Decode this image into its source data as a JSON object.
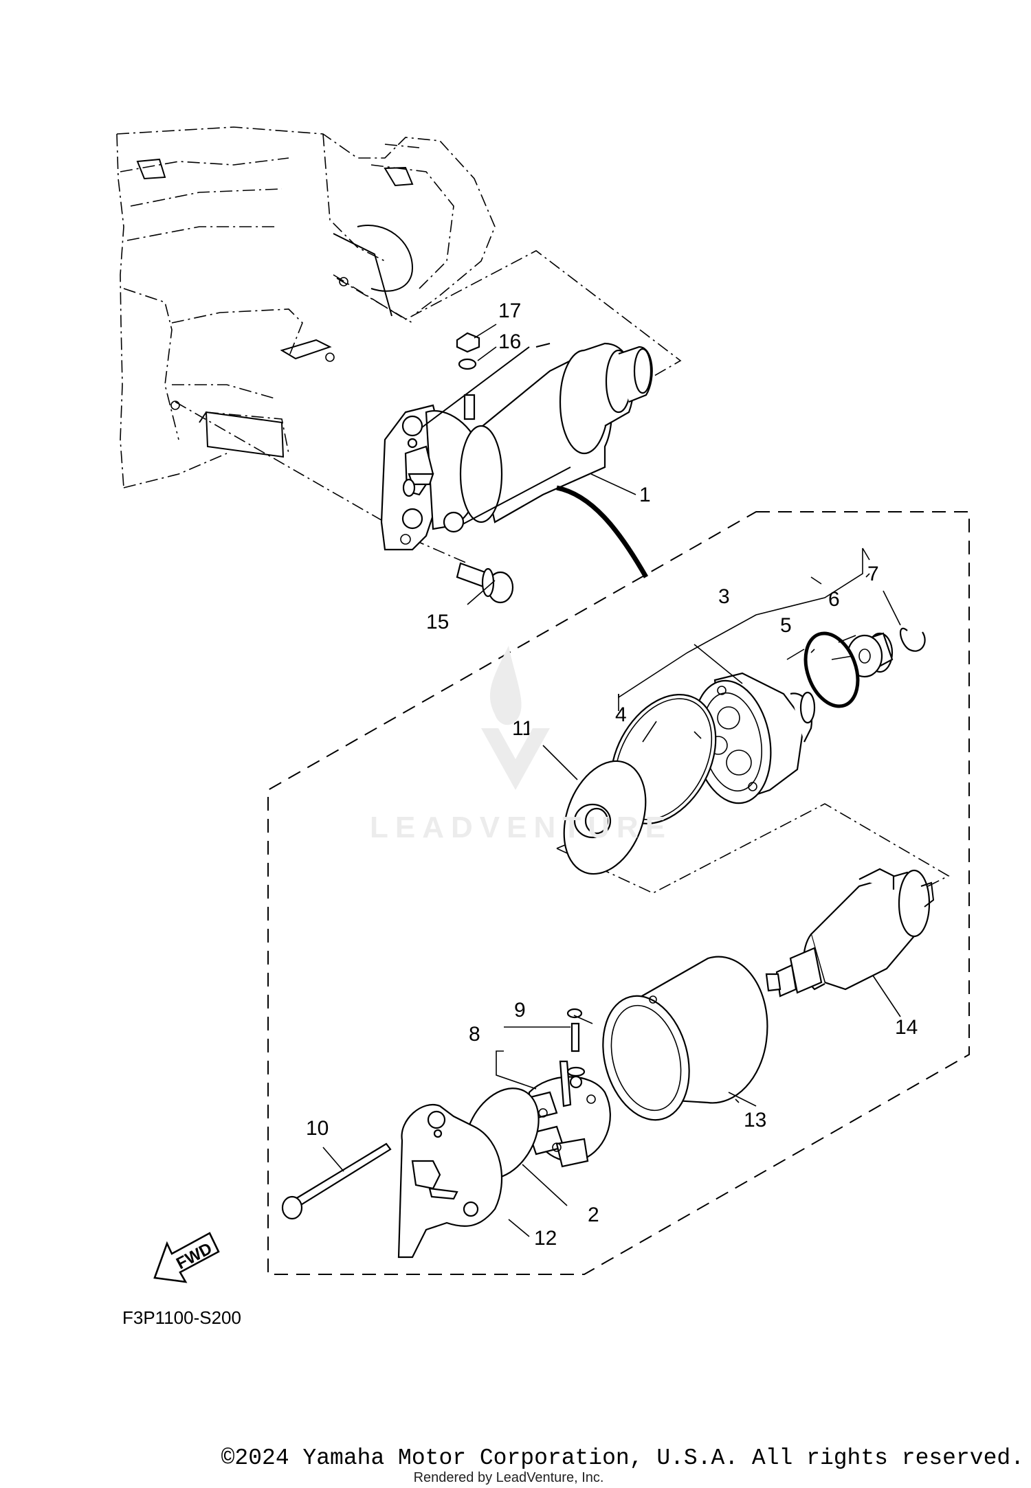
{
  "diagram": {
    "callouts": [
      {
        "id": "1",
        "label": "1"
      },
      {
        "id": "2",
        "label": "2"
      },
      {
        "id": "3",
        "label": "3"
      },
      {
        "id": "4",
        "label": "4"
      },
      {
        "id": "5",
        "label": "5"
      },
      {
        "id": "6",
        "label": "6"
      },
      {
        "id": "7",
        "label": "7"
      },
      {
        "id": "8",
        "label": "8"
      },
      {
        "id": "9",
        "label": "9"
      },
      {
        "id": "10",
        "label": "10"
      },
      {
        "id": "11",
        "label": "11"
      },
      {
        "id": "12",
        "label": "12"
      },
      {
        "id": "13",
        "label": "13"
      },
      {
        "id": "14",
        "label": "14"
      },
      {
        "id": "15",
        "label": "15"
      },
      {
        "id": "16",
        "label": "16"
      },
      {
        "id": "17",
        "label": "17"
      }
    ],
    "figure_code": "F3P1100-S200",
    "fwd_label": "FWD",
    "watermark": "LEADVENTURE"
  },
  "footer": {
    "copyright": "©2024 Yamaha Motor Corporation, U.S.A. All rights reserved.",
    "rendered_by": "Rendered by LeadVenture, Inc."
  }
}
